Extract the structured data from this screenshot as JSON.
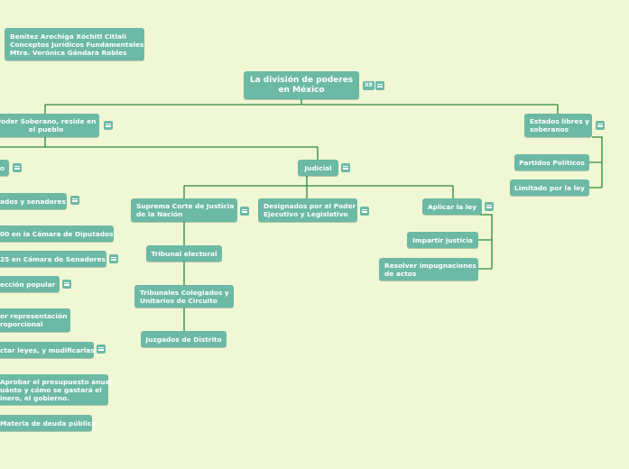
{
  "info_box": {
    "line1": "Benítez Arechiga Xóchitl Citlali",
    "line2": "Conceptos Jurídicos Fundamentales",
    "line3": "Mtra. Verónica Gándara Robles"
  },
  "root": {
    "line1": "La división de poderes",
    "line2": "en México",
    "badge": "X8"
  },
  "branches": {
    "soberano": {
      "line1": "Poder Soberano, reside en",
      "line2": "el pueblo"
    },
    "estados": {
      "line1": "Estados libres y",
      "line2": "soberanos"
    },
    "partidos": "Partidos Políticos",
    "limitado": "Limitado por la ley",
    "legislativo_stub": "o",
    "judicial": "Judicial",
    "diputados_senadores": "ados y senadores",
    "camara_diputados": "00 en la Cámara de Diputados",
    "camara_senadores": "25 en Cámara de Senadores",
    "eleccion": "ección popular",
    "representacion": {
      "line1": "or representación",
      "line2": "roporcional"
    },
    "leyes": "ctar leyes, y modificarlas",
    "presupuesto": {
      "line1": "Aprobar el presupuesto anual",
      "line2": "uánto y cómo se gastará el",
      "line3": "inero, el gobierno."
    },
    "deuda": "Materia de deuda pública",
    "suprema": {
      "line1": "Suprema Corte de Justicia",
      "line2": "de la Nación"
    },
    "designados": {
      "line1": "Designados por el Poder",
      "line2": "Ejecutivo y Legislativo"
    },
    "aplicar": "Aplicar la ley",
    "tribunal": "Tribunal electoral",
    "colegiados": {
      "line1": "Tribunales Colegiados y",
      "line2": "Unitarios de Circuito"
    },
    "juzgados": "Juzgados de Distrito",
    "impartir": "Impartir justicia",
    "resolver": {
      "line1": "Resolver impugnaciones",
      "line2": "de actos"
    }
  },
  "colors": {
    "background": "#f0f7d4",
    "node": "#6cb9a5",
    "connector": "#2a8a3c",
    "text": "#ffffff"
  },
  "icons": [
    "note-icon",
    "collapse-badge"
  ]
}
